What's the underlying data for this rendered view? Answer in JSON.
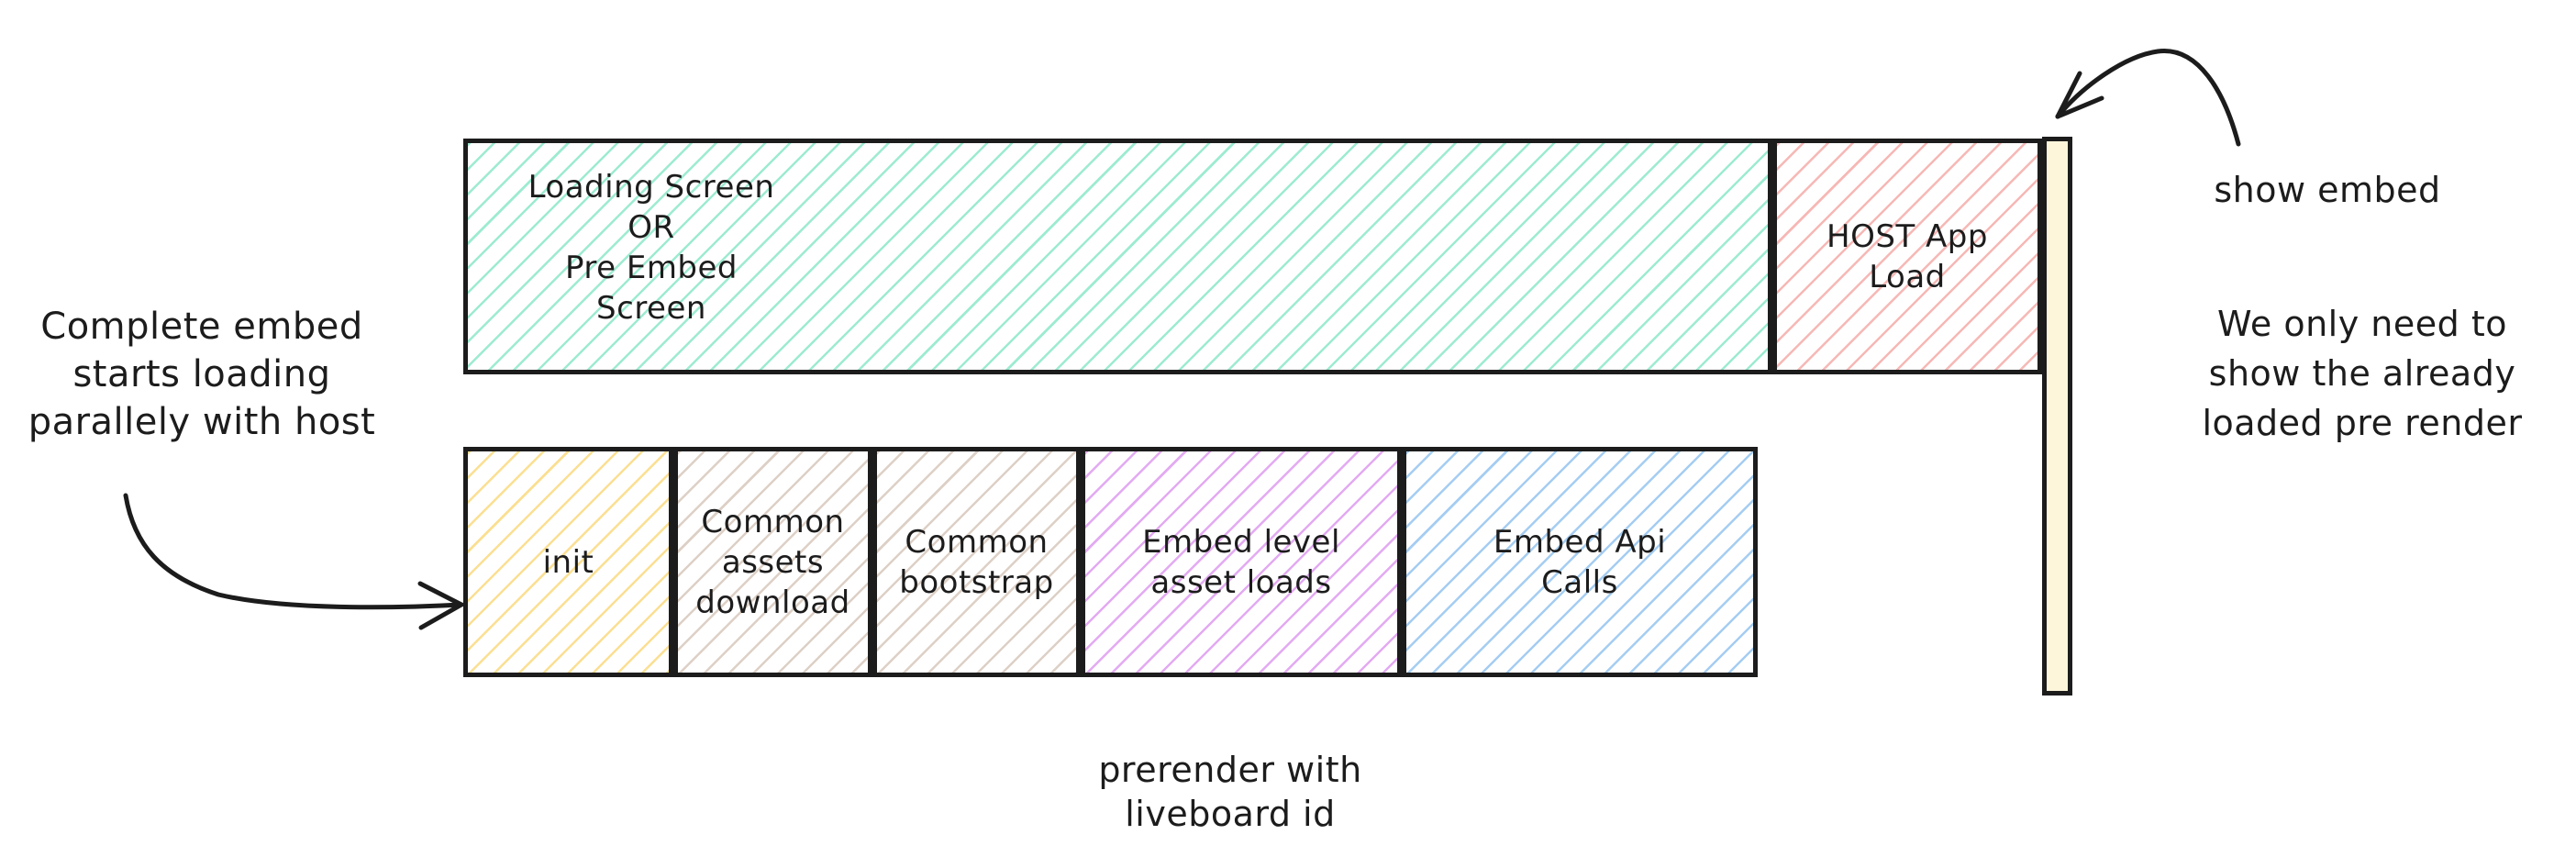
{
  "diagram": {
    "ink_color": "#1c1c1c",
    "background": "#ffffff",
    "top_row": {
      "pre_embed_box": {
        "lines": [
          "Loading Screen",
          "OR",
          "Pre Embed",
          "Screen"
        ],
        "hatch_color": "#9debd1"
      },
      "host_box": {
        "lines": [
          "HOST App",
          "Load"
        ],
        "hatch_color": "#f6b8b5"
      }
    },
    "show_bar": {
      "fill_color": "#fdf6da"
    },
    "bottom_row": {
      "boxes": [
        {
          "lines": [
            "init"
          ],
          "hatch_color": "#fbdf92"
        },
        {
          "lines": [
            "Common",
            "assets",
            "download"
          ],
          "hatch_color": "#ddd0c6"
        },
        {
          "lines": [
            "Common",
            "bootstrap"
          ],
          "hatch_color": "#ddd0c6"
        },
        {
          "lines": [
            "Embed level",
            "asset loads"
          ],
          "hatch_color": "#e3aaf2"
        },
        {
          "lines": [
            "Embed Api",
            "Calls"
          ],
          "hatch_color": "#a5cdf2"
        }
      ],
      "caption_lines": [
        "prerender with",
        "liveboard id"
      ]
    },
    "annotations": {
      "left_note_lines": [
        "Complete embed",
        "starts loading",
        "parallely with host"
      ],
      "show_embed_label": "show embed",
      "right_note_lines": [
        "We only need to",
        "show the already",
        "loaded pre render"
      ]
    }
  }
}
